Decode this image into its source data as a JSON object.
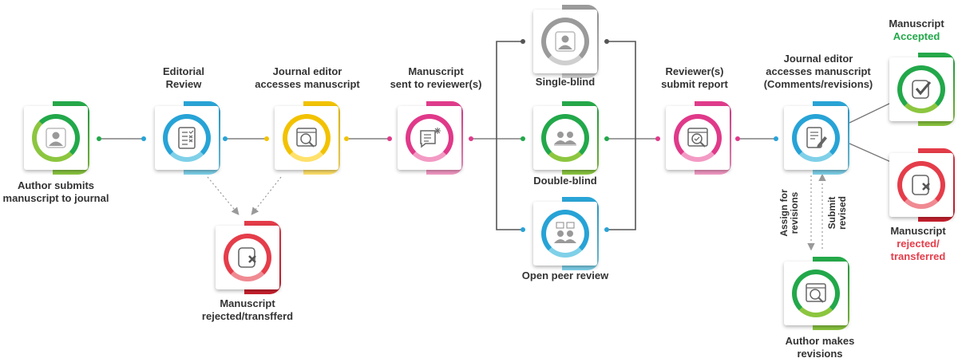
{
  "colors": {
    "green": "#22a84a",
    "green_light": "#8cc63f",
    "blue": "#27a3d6",
    "blue_light": "#7fd0e8",
    "yellow": "#f2c200",
    "yellow_light": "#ffe16b",
    "pink": "#e0398a",
    "pink_light": "#f39ac4",
    "gray": "#9a9a9a",
    "gray_light": "#cfcfcf",
    "red": "#e53d4a",
    "red_light": "#f08a92",
    "connector": "#555555",
    "dotted_arrow": "#999999"
  },
  "nodes": {
    "author_submits": {
      "label_1": "Author submits",
      "label_2": "manuscript to journal",
      "icon": "user-icon"
    },
    "editorial_review": {
      "label_1": "Editorial",
      "label_2": "Review",
      "icon": "checklist-icon"
    },
    "journal_editor_access": {
      "label_1": "Journal editor",
      "label_2": "accesses manuscript",
      "icon": "document-search-icon"
    },
    "sent_to_reviewers": {
      "label_1": "Manuscript",
      "label_2": "sent to reviewer(s)",
      "icon": "chat-document-icon"
    },
    "rejected_early": {
      "label_1": "Manuscript",
      "label_2": "rejected/transfferd",
      "icon": "document-x-icon"
    },
    "single_blind": {
      "label": "Single-blind",
      "icon": "user-icon"
    },
    "double_blind": {
      "label": "Double-blind",
      "icon": "two-users-icon"
    },
    "open_peer_review": {
      "label": "Open peer review",
      "icon": "users-with-documents-icon"
    },
    "reviewers_submit": {
      "label_1": "Reviewer(s)",
      "label_2": "submit report",
      "icon": "report-check-icon"
    },
    "journal_editor_comments": {
      "label_1": "Journal editor",
      "label_2": "accesses manuscript",
      "label_3": "(Comments/revisions)",
      "icon": "document-edit-icon"
    },
    "accepted": {
      "label_1": "Manuscript",
      "label_2": "Accepted",
      "icon": "checkbox-icon"
    },
    "rejected_final": {
      "label_1": "Manuscript",
      "label_2": "rejected/",
      "label_3": "transferred",
      "icon": "document-x-icon"
    },
    "author_revisions": {
      "label_1": "Author makes",
      "label_2": "revisions",
      "icon": "document-search-icon"
    }
  },
  "arrows": {
    "assign_label_1": "Assign for",
    "assign_label_2": "revisions",
    "submit_label_1": "Submit",
    "submit_label_2": "revised"
  }
}
